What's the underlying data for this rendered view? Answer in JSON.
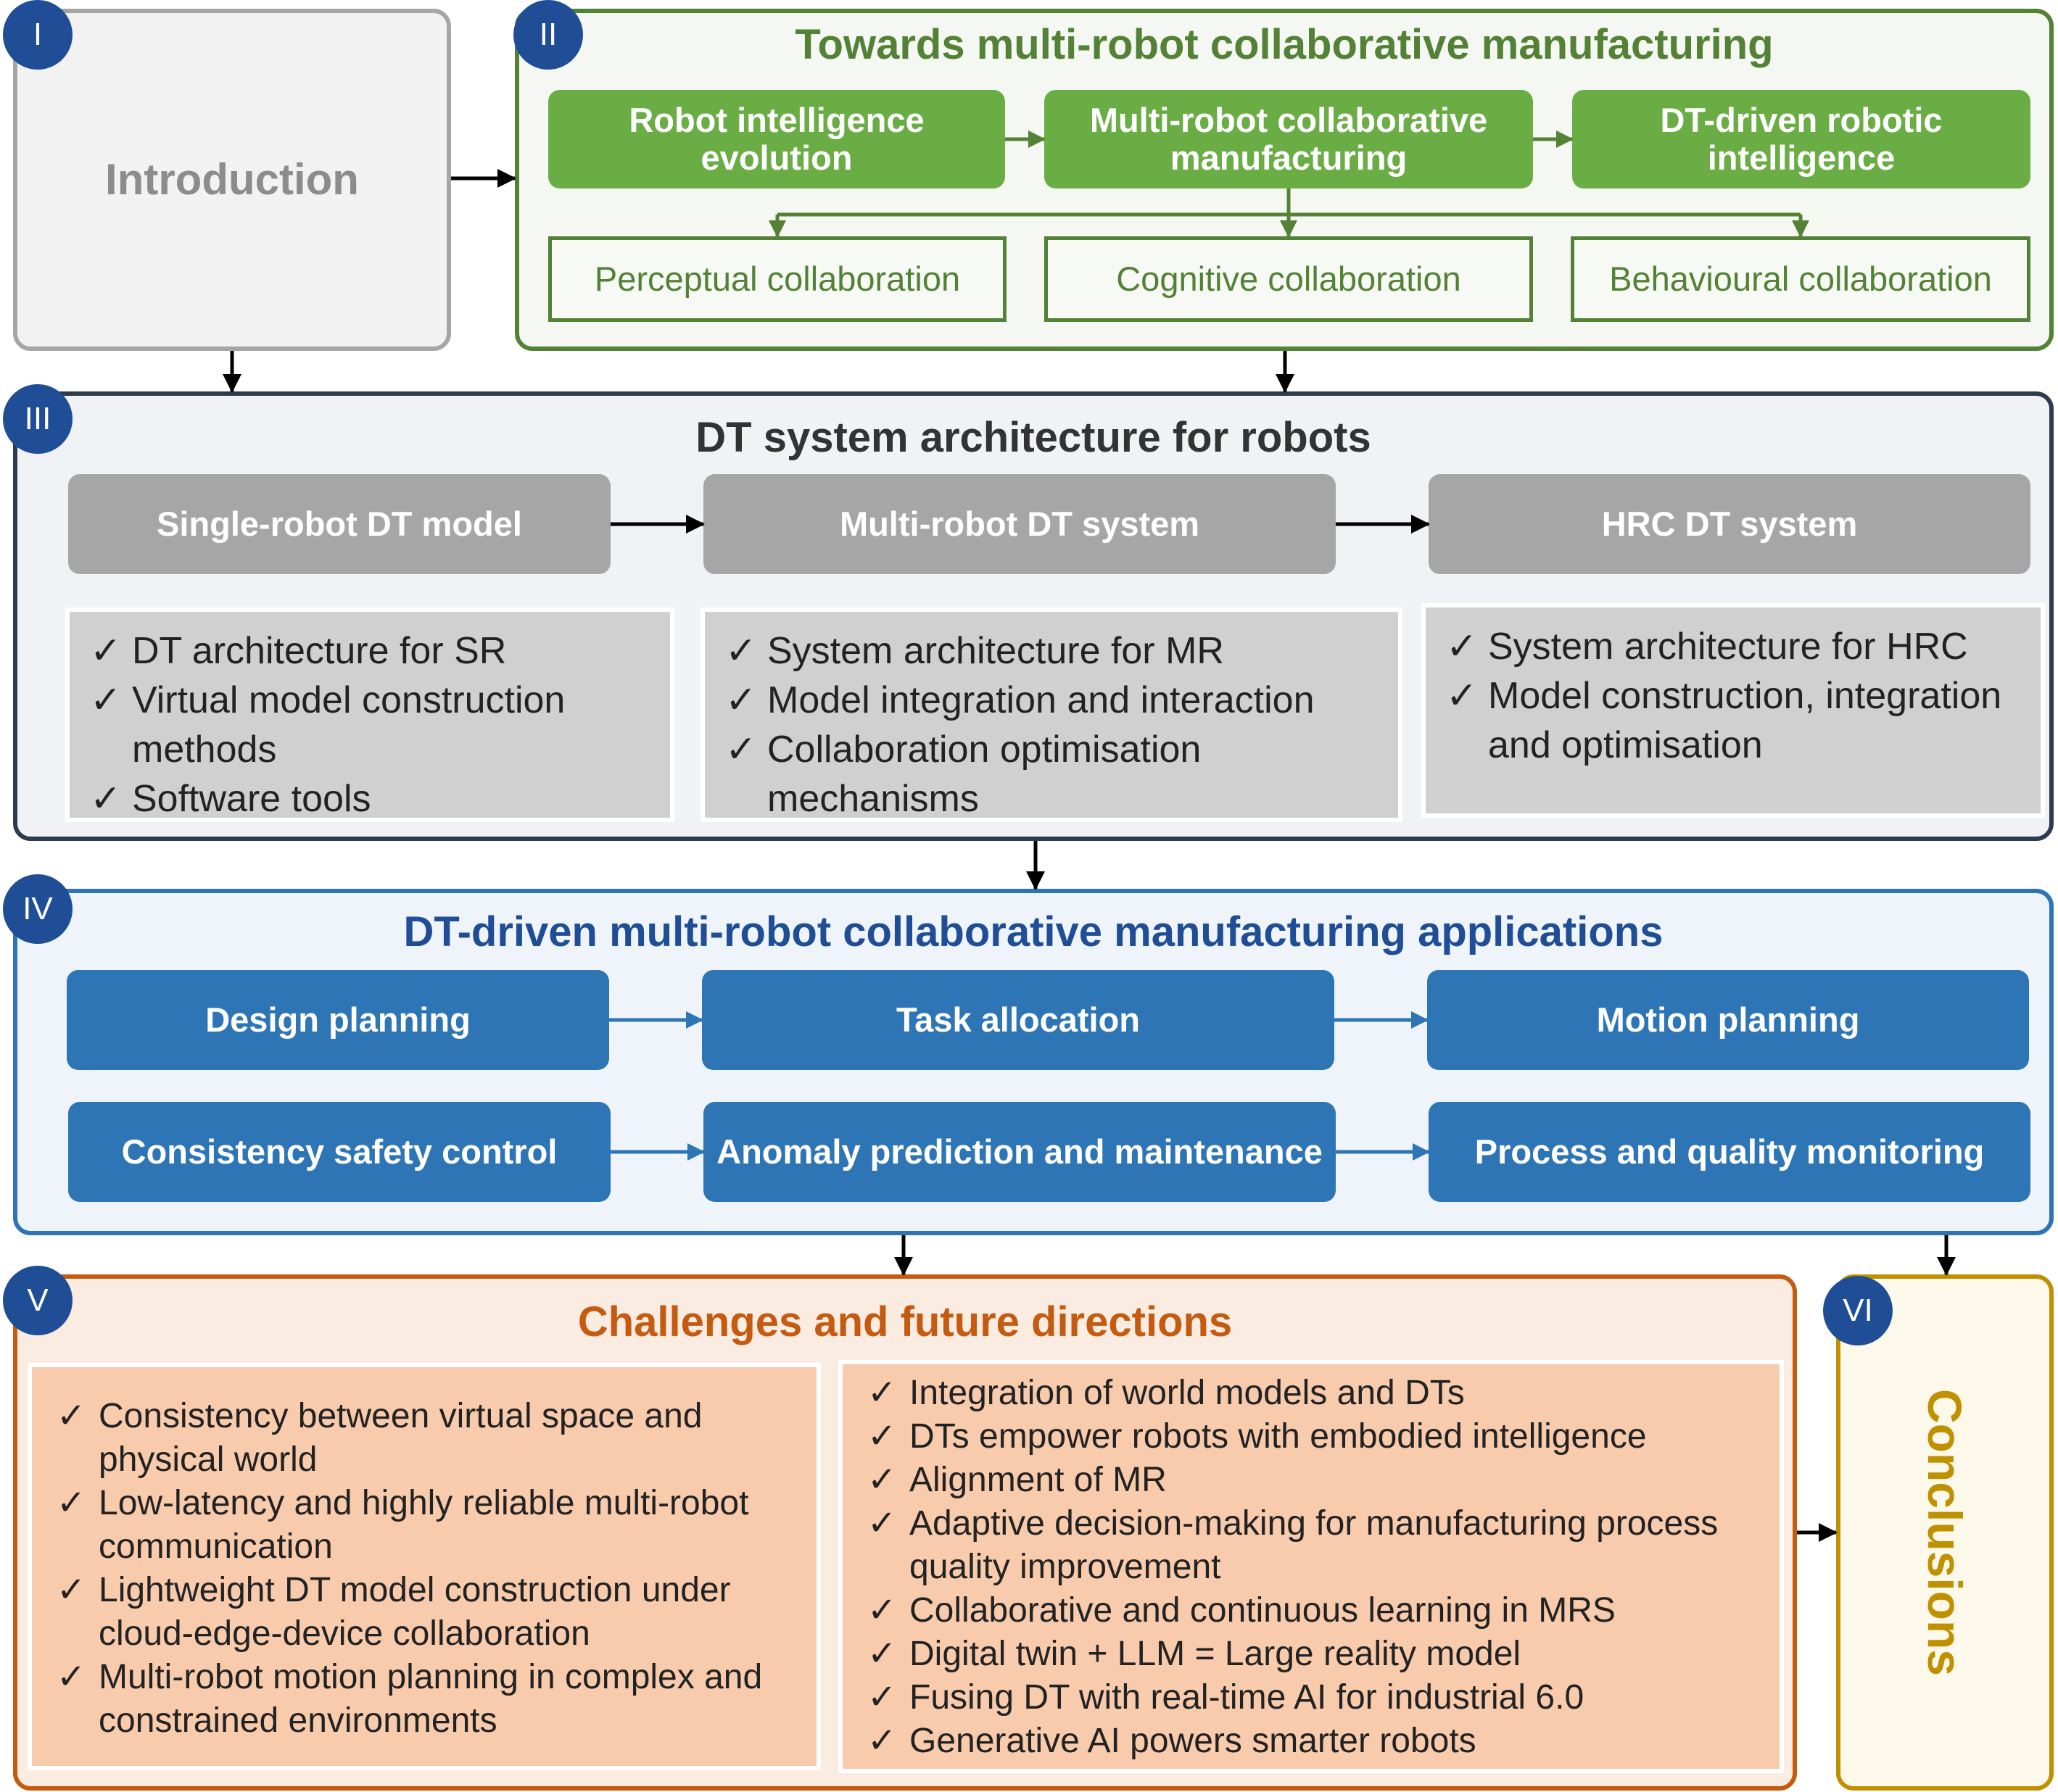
{
  "sections": {
    "s1": {
      "badge": "I",
      "title": "Introduction"
    },
    "s2": {
      "badge": "II",
      "title": "Towards multi-robot collaborative manufacturing",
      "top": [
        "Robot intelligence evolution",
        "Multi-robot collaborative manufacturing",
        "DT-driven robotic intelligence"
      ],
      "bottom": [
        "Perceptual collaboration",
        "Cognitive collaboration",
        "Behavioural collaboration"
      ]
    },
    "s3": {
      "badge": "III",
      "title": "DT system architecture for robots",
      "headers": [
        "Single-robot DT model",
        "Multi-robot DT system",
        "HRC DT system"
      ],
      "lists": [
        [
          "DT architecture for SR",
          "Virtual model construction methods",
          "Software tools"
        ],
        [
          "System architecture for MR",
          "Model integration and interaction",
          "Collaboration optimisation mechanisms"
        ],
        [
          "System architecture for HRC",
          "Model construction, integration and optimisation"
        ]
      ]
    },
    "s4": {
      "badge": "IV",
      "title": "DT-driven multi-robot collaborative manufacturing applications",
      "row1": [
        "Design planning",
        "Task allocation",
        "Motion planning"
      ],
      "row2": [
        "Consistency safety control",
        "Anomaly prediction and maintenance",
        "Process and quality monitoring"
      ]
    },
    "s5": {
      "badge": "V",
      "title": "Challenges and future directions",
      "left": [
        "Consistency between virtual space and physical world",
        "Low-latency and highly reliable multi-robot communication",
        "Lightweight DT model construction under cloud-edge-device collaboration",
        "Multi-robot motion planning in complex and constrained environments"
      ],
      "right": [
        "Integration of world models and DTs",
        "DTs empower robots with embodied intelligence",
        "Alignment of MR",
        "Adaptive decision-making for manufacturing process quality improvement",
        "Collaborative and continuous learning in MRS",
        "Digital twin + LLM = Large reality model",
        "Fusing DT with real-time AI for industrial 6.0",
        "Generative AI powers smarter robots"
      ]
    },
    "s6": {
      "badge": "VI",
      "title": "Conclusions"
    }
  },
  "check_mark": "✓",
  "colors": {
    "green": "#6aad45",
    "green_dark": "#538135",
    "navy": "#1f4e96",
    "grey": "#a6a6a6",
    "blue": "#2e75b6",
    "orange": "#c55a11",
    "gold": "#bf9000"
  }
}
